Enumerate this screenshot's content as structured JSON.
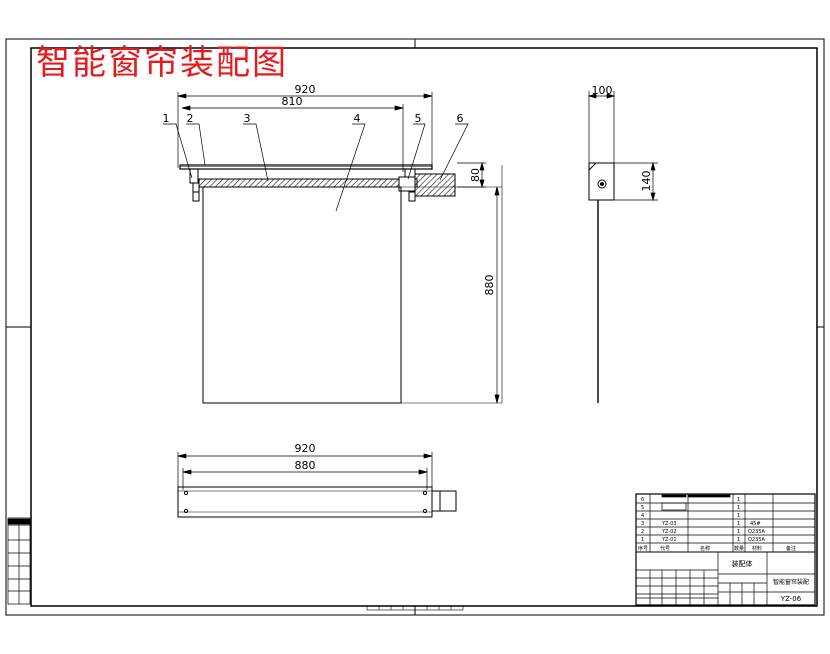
{
  "drawing_title": "智能窗帘装配图",
  "colors": {
    "title": "#e8191d",
    "line": "#000000",
    "hatch": "#333333"
  },
  "front_view": {
    "dim_overall_width": "920",
    "dim_inner_width": "810",
    "dim_height": "880",
    "dim_motor_height": "80",
    "part_labels": [
      "1",
      "2",
      "3",
      "4",
      "5",
      "6"
    ]
  },
  "side_view": {
    "dim_width": "100",
    "dim_height": "140"
  },
  "top_view": {
    "dim_overall_width": "920",
    "dim_inner_width": "880"
  },
  "title_block": {
    "parts_rows": [
      {
        "no": "6",
        "code": "",
        "name": "",
        "qty": "1",
        "material": ""
      },
      {
        "no": "5",
        "code": "",
        "name": "",
        "qty": "1",
        "material": ""
      },
      {
        "no": "4",
        "code": "",
        "name": "",
        "qty": "1",
        "material": ""
      },
      {
        "no": "3",
        "code": "YZ-03",
        "name": "",
        "qty": "1",
        "material": "45#"
      },
      {
        "no": "2",
        "code": "YZ-02",
        "name": "",
        "qty": "1",
        "material": "Q235A"
      },
      {
        "no": "1",
        "code": "YZ-01",
        "name": "",
        "qty": "1",
        "material": "Q235A"
      }
    ],
    "header_row": [
      "序号",
      "代号",
      "名称",
      "数量",
      "材料",
      "备注"
    ],
    "drawing_name": "装配体",
    "drawing_number": "YZ-06",
    "company": "智能窗帘装配"
  },
  "left_stamp_rows": [
    "",
    "",
    "",
    "",
    "",
    "",
    ""
  ]
}
